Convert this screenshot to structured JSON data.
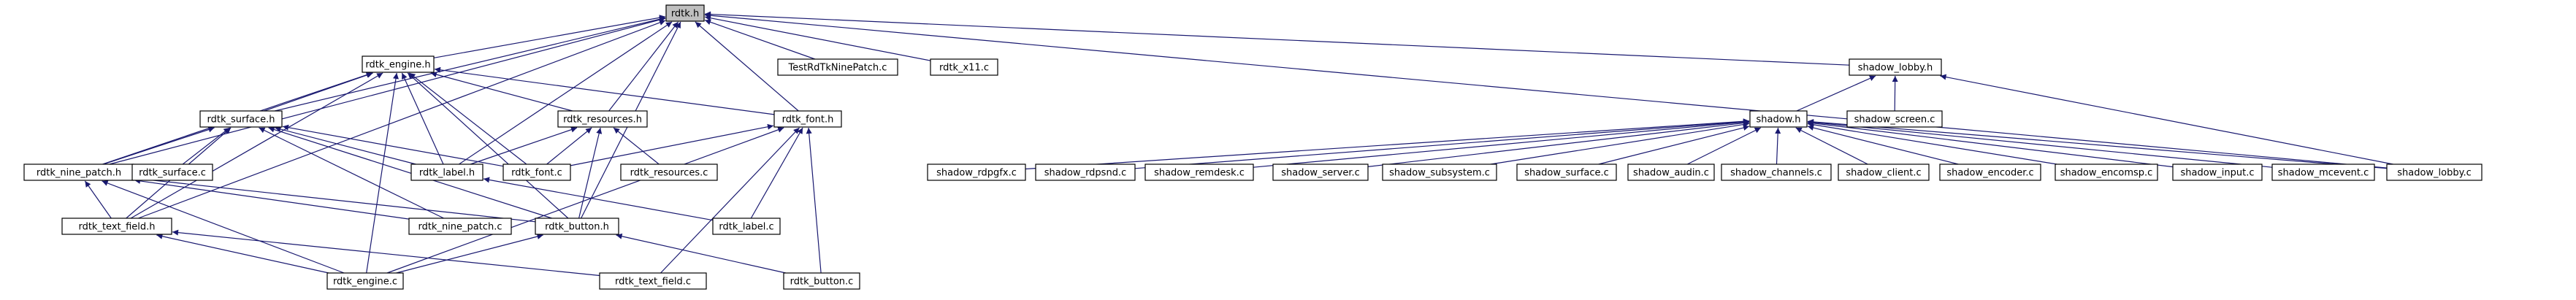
{
  "graph": {
    "root": "rdtk_h",
    "colors": {
      "edge": "#191970",
      "node_fill": "#ffffff",
      "root_fill": "#bfbfbf",
      "border": "#000000"
    },
    "nodes": [
      {
        "id": "rdtk_h",
        "label": "rdtk.h"
      },
      {
        "id": "rdtk_engine_h",
        "label": "rdtk_engine.h"
      },
      {
        "id": "testrdtk_c",
        "label": "TestRdTkNinePatch.c"
      },
      {
        "id": "rdtk_x11_c",
        "label": "rdtk_x11.c"
      },
      {
        "id": "shadow_lobby_h",
        "label": "shadow_lobby.h"
      },
      {
        "id": "rdtk_surface_h",
        "label": "rdtk_surface.h"
      },
      {
        "id": "rdtk_resources_h",
        "label": "rdtk_resources.h"
      },
      {
        "id": "rdtk_font_h",
        "label": "rdtk_font.h"
      },
      {
        "id": "shadow_h",
        "label": "shadow.h"
      },
      {
        "id": "shadow_screen_c",
        "label": "shadow_screen.c"
      },
      {
        "id": "rdtk_nine_patch_h",
        "label": "rdtk_nine_patch.h"
      },
      {
        "id": "rdtk_surface_c",
        "label": "rdtk_surface.c"
      },
      {
        "id": "rdtk_label_h",
        "label": "rdtk_label.h"
      },
      {
        "id": "rdtk_font_c",
        "label": "rdtk_font.c"
      },
      {
        "id": "rdtk_resources_c",
        "label": "rdtk_resources.c"
      },
      {
        "id": "shadow_rdpgfx_c",
        "label": "shadow_rdpgfx.c"
      },
      {
        "id": "shadow_rdpsnd_c",
        "label": "shadow_rdpsnd.c"
      },
      {
        "id": "shadow_remdesk_c",
        "label": "shadow_remdesk.c"
      },
      {
        "id": "shadow_server_c",
        "label": "shadow_server.c"
      },
      {
        "id": "shadow_subsystem_c",
        "label": "shadow_subsystem.c"
      },
      {
        "id": "shadow_surface_c",
        "label": "shadow_surface.c"
      },
      {
        "id": "shadow_audin_c",
        "label": "shadow_audin.c"
      },
      {
        "id": "shadow_channels_c",
        "label": "shadow_channels.c"
      },
      {
        "id": "shadow_client_c",
        "label": "shadow_client.c"
      },
      {
        "id": "shadow_encoder_c",
        "label": "shadow_encoder.c"
      },
      {
        "id": "shadow_encomsp_c",
        "label": "shadow_encomsp.c"
      },
      {
        "id": "shadow_input_c",
        "label": "shadow_input.c"
      },
      {
        "id": "shadow_mcevent_c",
        "label": "shadow_mcevent.c"
      },
      {
        "id": "shadow_lobby_c",
        "label": "shadow_lobby.c"
      },
      {
        "id": "rdtk_label_c",
        "label": "rdtk_label.c"
      },
      {
        "id": "rdtk_text_field_h",
        "label": "rdtk_text_field.h"
      },
      {
        "id": "rdtk_nine_patch_c",
        "label": "rdtk_nine_patch.c"
      },
      {
        "id": "rdtk_button_h",
        "label": "rdtk_button.h"
      },
      {
        "id": "rdtk_engine_c",
        "label": "rdtk_engine.c"
      },
      {
        "id": "rdtk_text_field_c",
        "label": "rdtk_text_field.c"
      },
      {
        "id": "rdtk_button_c",
        "label": "rdtk_button.c"
      }
    ],
    "edges": [
      {
        "from": "rdtk_engine_h",
        "to": "rdtk_h"
      },
      {
        "from": "testrdtk_c",
        "to": "rdtk_h"
      },
      {
        "from": "rdtk_x11_c",
        "to": "rdtk_h"
      },
      {
        "from": "shadow_lobby_h",
        "to": "rdtk_h"
      },
      {
        "from": "rdtk_surface_h",
        "to": "rdtk_h"
      },
      {
        "from": "rdtk_resources_h",
        "to": "rdtk_h"
      },
      {
        "from": "rdtk_font_h",
        "to": "rdtk_h"
      },
      {
        "from": "rdtk_nine_patch_h",
        "to": "rdtk_h"
      },
      {
        "from": "rdtk_label_h",
        "to": "rdtk_h"
      },
      {
        "from": "rdtk_text_field_h",
        "to": "rdtk_h"
      },
      {
        "from": "rdtk_button_h",
        "to": "rdtk_h"
      },
      {
        "from": "shadow_lobby_c",
        "to": "rdtk_h"
      },
      {
        "from": "rdtk_surface_h",
        "to": "rdtk_engine_h"
      },
      {
        "from": "rdtk_resources_h",
        "to": "rdtk_engine_h"
      },
      {
        "from": "rdtk_font_h",
        "to": "rdtk_engine_h"
      },
      {
        "from": "rdtk_nine_patch_h",
        "to": "rdtk_engine_h"
      },
      {
        "from": "rdtk_label_h",
        "to": "rdtk_engine_h"
      },
      {
        "from": "rdtk_font_c",
        "to": "rdtk_engine_h"
      },
      {
        "from": "rdtk_text_field_h",
        "to": "rdtk_engine_h"
      },
      {
        "from": "rdtk_button_h",
        "to": "rdtk_engine_h"
      },
      {
        "from": "rdtk_engine_c",
        "to": "rdtk_engine_h"
      },
      {
        "from": "rdtk_nine_patch_h",
        "to": "rdtk_surface_h"
      },
      {
        "from": "rdtk_surface_c",
        "to": "rdtk_surface_h"
      },
      {
        "from": "rdtk_label_h",
        "to": "rdtk_surface_h"
      },
      {
        "from": "rdtk_font_c",
        "to": "rdtk_surface_h"
      },
      {
        "from": "rdtk_text_field_h",
        "to": "rdtk_surface_h"
      },
      {
        "from": "rdtk_button_h",
        "to": "rdtk_surface_h"
      },
      {
        "from": "rdtk_nine_patch_c",
        "to": "rdtk_surface_h"
      },
      {
        "from": "rdtk_label_h",
        "to": "rdtk_resources_h"
      },
      {
        "from": "rdtk_font_c",
        "to": "rdtk_resources_h"
      },
      {
        "from": "rdtk_resources_c",
        "to": "rdtk_resources_h"
      },
      {
        "from": "rdtk_button_h",
        "to": "rdtk_resources_h"
      },
      {
        "from": "rdtk_font_c",
        "to": "rdtk_font_h"
      },
      {
        "from": "rdtk_label_c",
        "to": "rdtk_font_h"
      },
      {
        "from": "rdtk_engine_c",
        "to": "rdtk_font_h"
      },
      {
        "from": "rdtk_text_field_c",
        "to": "rdtk_font_h"
      },
      {
        "from": "rdtk_button_c",
        "to": "rdtk_font_h"
      },
      {
        "from": "rdtk_text_field_h",
        "to": "rdtk_nine_patch_h"
      },
      {
        "from": "rdtk_nine_patch_c",
        "to": "rdtk_nine_patch_h"
      },
      {
        "from": "rdtk_button_h",
        "to": "rdtk_nine_patch_h"
      },
      {
        "from": "rdtk_engine_c",
        "to": "rdtk_nine_patch_h"
      },
      {
        "from": "rdtk_label_c",
        "to": "rdtk_label_h"
      },
      {
        "from": "rdtk_engine_c",
        "to": "rdtk_text_field_h"
      },
      {
        "from": "rdtk_text_field_c",
        "to": "rdtk_text_field_h"
      },
      {
        "from": "rdtk_engine_c",
        "to": "rdtk_button_h"
      },
      {
        "from": "rdtk_button_c",
        "to": "rdtk_button_h"
      },
      {
        "from": "shadow_h",
        "to": "shadow_lobby_h"
      },
      {
        "from": "shadow_screen_c",
        "to": "shadow_lobby_h"
      },
      {
        "from": "shadow_lobby_c",
        "to": "shadow_lobby_h"
      },
      {
        "from": "shadow_rdpgfx_c",
        "to": "shadow_h"
      },
      {
        "from": "shadow_rdpsnd_c",
        "to": "shadow_h"
      },
      {
        "from": "shadow_remdesk_c",
        "to": "shadow_h"
      },
      {
        "from": "shadow_server_c",
        "to": "shadow_h"
      },
      {
        "from": "shadow_subsystem_c",
        "to": "shadow_h"
      },
      {
        "from": "shadow_surface_c",
        "to": "shadow_h"
      },
      {
        "from": "shadow_audin_c",
        "to": "shadow_h"
      },
      {
        "from": "shadow_channels_c",
        "to": "shadow_h"
      },
      {
        "from": "shadow_client_c",
        "to": "shadow_h"
      },
      {
        "from": "shadow_encoder_c",
        "to": "shadow_h"
      },
      {
        "from": "shadow_encomsp_c",
        "to": "shadow_h"
      },
      {
        "from": "shadow_input_c",
        "to": "shadow_h"
      },
      {
        "from": "shadow_mcevent_c",
        "to": "shadow_h"
      },
      {
        "from": "shadow_lobby_c",
        "to": "shadow_h"
      }
    ]
  }
}
